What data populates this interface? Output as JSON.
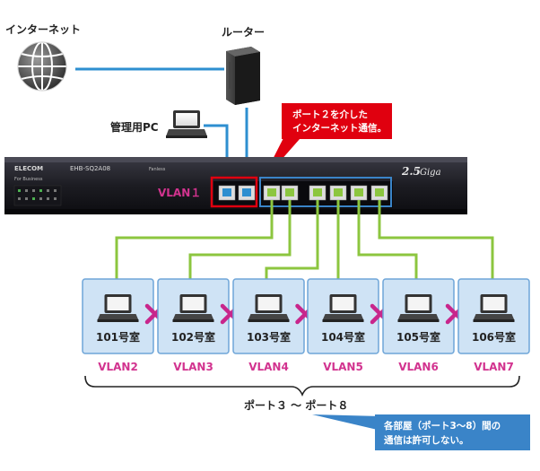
{
  "labels": {
    "internet": "インターネット",
    "router": "ルーター",
    "admin_pc": "管理用PC",
    "vlan1": "VLAN１",
    "ports_range": "ポート３ 〜 ポート８"
  },
  "device": {
    "brand": "ELECOM",
    "model": "EHB-SQ2A08",
    "subtitle": "For Business",
    "variant": "Fanless",
    "speed_big": "2.5",
    "speed_small": "Giga"
  },
  "callout_top": {
    "line1": "ポート２を介した",
    "line2": "インターネット通信。"
  },
  "callout_bottom": {
    "line1": "各部屋（ポート3〜8）間の",
    "line2": "通信は許可しない。"
  },
  "rooms": [
    {
      "name": "101号室",
      "vlan": "VLAN2"
    },
    {
      "name": "102号室",
      "vlan": "VLAN3"
    },
    {
      "name": "103号室",
      "vlan": "VLAN4"
    },
    {
      "name": "104号室",
      "vlan": "VLAN5"
    },
    {
      "name": "105号室",
      "vlan": "VLAN6"
    },
    {
      "name": "106号室",
      "vlan": "VLAN7"
    }
  ],
  "colors": {
    "blue_link": "#2e8fd0",
    "green_link": "#8cc63f",
    "vlan_text": "#d2338f",
    "cross": "#c8268c",
    "callout_red": "#e0000f",
    "callout_blue": "#3a84c8",
    "room_fill": "#cfe3f5",
    "room_border": "#6ea5d8"
  }
}
